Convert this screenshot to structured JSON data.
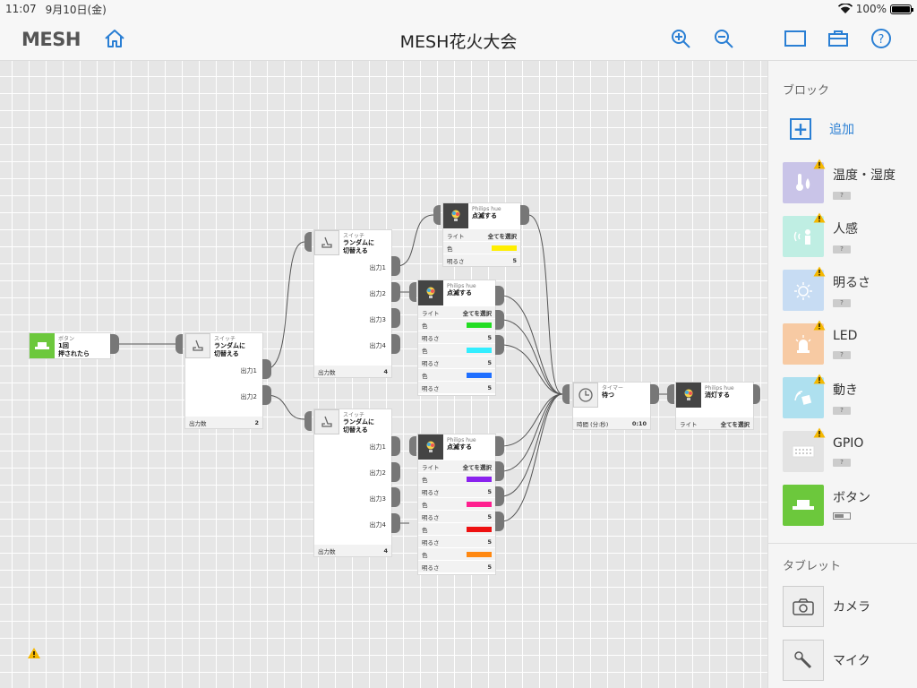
{
  "status": {
    "time": "11:07",
    "date": "9月10日(金)",
    "battery": "100%"
  },
  "app": {
    "logo": "MESH",
    "title": "MESH花火大会"
  },
  "blocks": {
    "button": {
      "category": "ボタン",
      "action_line1": "1回",
      "action_line2": "押されたら"
    },
    "switch1": {
      "category": "スイッチ",
      "action_line1": "ランダムに",
      "action_line2": "切替える",
      "out1": "出力1",
      "out2": "出力2",
      "count_label": "出力数",
      "count": "2"
    },
    "switch2": {
      "category": "スイッチ",
      "action_line1": "ランダムに",
      "action_line2": "切替える",
      "out1": "出力1",
      "out2": "出力2",
      "out3": "出力3",
      "out4": "出力4",
      "count_label": "出力数",
      "count": "4"
    },
    "switch3": {
      "category": "スイッチ",
      "action_line1": "ランダムに",
      "action_line2": "切替える",
      "out1": "出力1",
      "out2": "出力2",
      "out3": "出力3",
      "out4": "出力4",
      "count_label": "出力数",
      "count": "4"
    },
    "hue_top": {
      "category": "Philips hue",
      "action": "点滅する",
      "light_label": "ライト",
      "light_value": "全てを選択",
      "color_label": "色",
      "color": "#ffee00",
      "bright_label": "明るさ",
      "bright": "5"
    },
    "hue_mid": {
      "category": "Philips hue",
      "action": "点滅する",
      "light_label": "ライト",
      "light_value": "全てを選択",
      "rows": [
        {
          "color_label": "色",
          "color": "#22dd22",
          "bright_label": "明るさ",
          "bright": "5"
        },
        {
          "color_label": "色",
          "color": "#33eeff",
          "bright_label": "明るさ",
          "bright": "5"
        },
        {
          "color_label": "色",
          "color": "#1f6fff",
          "bright_label": "明るさ",
          "bright": "5"
        }
      ]
    },
    "hue_bot": {
      "category": "Philips hue",
      "action": "点滅する",
      "light_label": "ライト",
      "light_value": "全てを選択",
      "rows": [
        {
          "color_label": "色",
          "color": "#8a22ee",
          "bright_label": "明るさ",
          "bright": "5"
        },
        {
          "color_label": "色",
          "color": "#ff1f8f",
          "bright_label": "明るさ",
          "bright": "5"
        },
        {
          "color_label": "色",
          "color": "#ee1111",
          "bright_label": "明るさ",
          "bright": "5"
        },
        {
          "color_label": "色",
          "color": "#ff8811",
          "bright_label": "明るさ",
          "bright": "5"
        }
      ]
    },
    "timer": {
      "category": "タイマー",
      "action": "待つ",
      "time_label": "時間 (分:秒)",
      "time_value": "0:10"
    },
    "hue_off": {
      "category": "Philips hue",
      "action": "消灯する",
      "light_label": "ライト",
      "light_value": "全てを選択"
    }
  },
  "sidebar": {
    "blocks_title": "ブロック",
    "add_label": "追加",
    "items": [
      {
        "name": "温度・湿度",
        "badge": "?",
        "color": "#c9c4e8"
      },
      {
        "name": "人感",
        "badge": "?",
        "color": "#bfeee3"
      },
      {
        "name": "明るさ",
        "badge": "?",
        "color": "#c7dcf3"
      },
      {
        "name": "LED",
        "badge": "?",
        "color": "#f7caa3"
      },
      {
        "name": "動き",
        "badge": "?",
        "color": "#aee0ef"
      },
      {
        "name": "GPIO",
        "badge": "?",
        "color": "#e3e3e3"
      },
      {
        "name": "ボタン",
        "badge": "",
        "color": "#6cc83c"
      }
    ],
    "tablet_title": "タブレット",
    "tablet_items": [
      {
        "name": "カメラ"
      },
      {
        "name": "マイク"
      }
    ]
  }
}
